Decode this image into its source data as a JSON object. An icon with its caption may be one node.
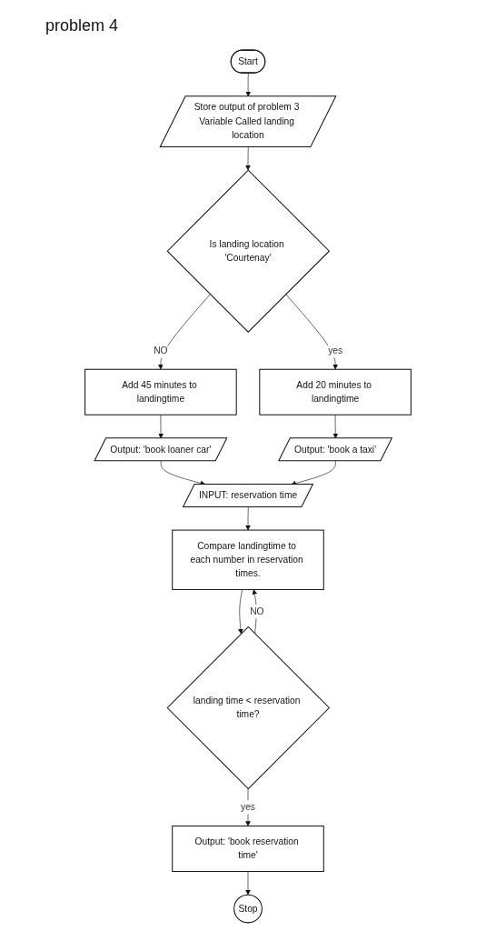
{
  "diagram": {
    "title": "problem 4",
    "nodes": [
      {
        "text": [
          "Start"
        ]
      },
      {
        "text": [
          "Store output of problem 3 Variable Called landing location"
        ]
      },
      {
        "text": [
          "Is landing location 'Courtenay'"
        ]
      },
      {
        "text": [
          "Add 45 minutes to landingtime"
        ]
      },
      {
        "text": [
          "Add 20 minutes to landingtime"
        ]
      },
      {
        "text": [
          "Output: 'book loaner car'"
        ]
      },
      {
        "text": [
          "Output: 'book a taxi'"
        ]
      },
      {
        "text": [
          "INPUT: reservation time"
        ]
      },
      {
        "text": [
          "Compare landingtime to each number in reservation times."
        ]
      },
      {
        "text": [
          "landing time < reservation time?"
        ]
      },
      {
        "text": [
          "Output: 'book reservation time'"
        ]
      },
      {
        "text": [
          "Stop"
        ]
      }
    ],
    "edges": [
      {
        "from": 0,
        "to": 1,
        "arrow": "to"
      },
      {
        "from": 1,
        "to": 2,
        "arrow": "to"
      },
      {
        "from": 2,
        "to": 3,
        "arrow": "to",
        "label": "NO"
      },
      {
        "from": 2,
        "to": 4,
        "arrow": "to",
        "label": "yes"
      },
      {
        "from": 3,
        "to": 5,
        "arrow": "to"
      },
      {
        "from": 4,
        "to": 6,
        "arrow": "to"
      },
      {
        "from": 5,
        "to": 7,
        "arrow": "to"
      },
      {
        "from": 6,
        "to": 7,
        "arrow": "to"
      },
      {
        "from": 7,
        "to": 8,
        "arrow": "to"
      },
      {
        "from": 8,
        "to": 9,
        "arrow": "to"
      },
      {
        "from": 9,
        "to": 8,
        "arrow": "to",
        "label": "NO"
      },
      {
        "from": 9,
        "to": 10,
        "arrow": "to",
        "label": "yes"
      },
      {
        "from": 10,
        "to": 11,
        "arrow": "to"
      }
    ]
  }
}
